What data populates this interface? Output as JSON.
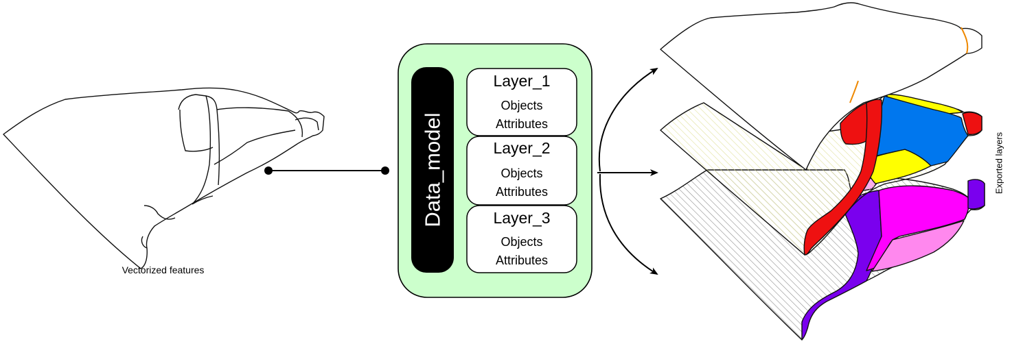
{
  "input": {
    "caption": "Vectorized features"
  },
  "model": {
    "label": "Data_model",
    "layers": [
      {
        "name": "Layer_1",
        "line1": "Objects",
        "line2": "Attributes"
      },
      {
        "name": "Layer_2",
        "line1": "Objects",
        "line2": "Attributes"
      },
      {
        "name": "Layer_3",
        "line1": "Objects",
        "line2": "Attributes"
      }
    ],
    "colors": {
      "container_fill": "#ccffcc",
      "label_fill": "#000000"
    }
  },
  "output": {
    "caption": "Exported layers",
    "colors": {
      "red": "#ee1111",
      "blue": "#0077ee",
      "yellow": "#ffff00",
      "purple": "#7a00ee",
      "magenta": "#ff00ff",
      "pink": "#ff88ee",
      "orange": "#ee8800",
      "hatch_yellow": "#e8e8a0",
      "hatch_grey": "#999999"
    }
  }
}
